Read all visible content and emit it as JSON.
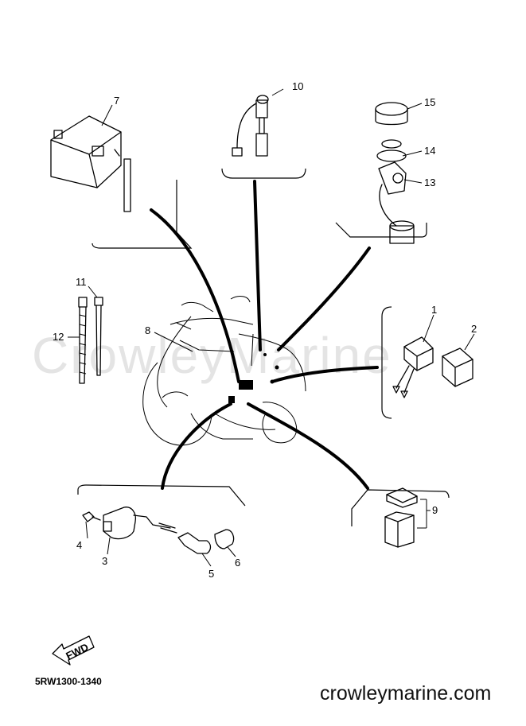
{
  "watermark_text": "CrowleyMarine",
  "drawing_number": "5RW1300-1340",
  "site_credit": "crowleymarine.com",
  "fwd_label": "FWD",
  "callouts": {
    "c1": "1",
    "c2": "2",
    "c3": "3",
    "c4": "4",
    "c5": "5",
    "c6": "6",
    "c7": "7",
    "c8": "8",
    "c9": "9",
    "c10": "10",
    "c11": "11",
    "c12": "12",
    "c13": "13",
    "c14": "14",
    "c15": "15"
  }
}
